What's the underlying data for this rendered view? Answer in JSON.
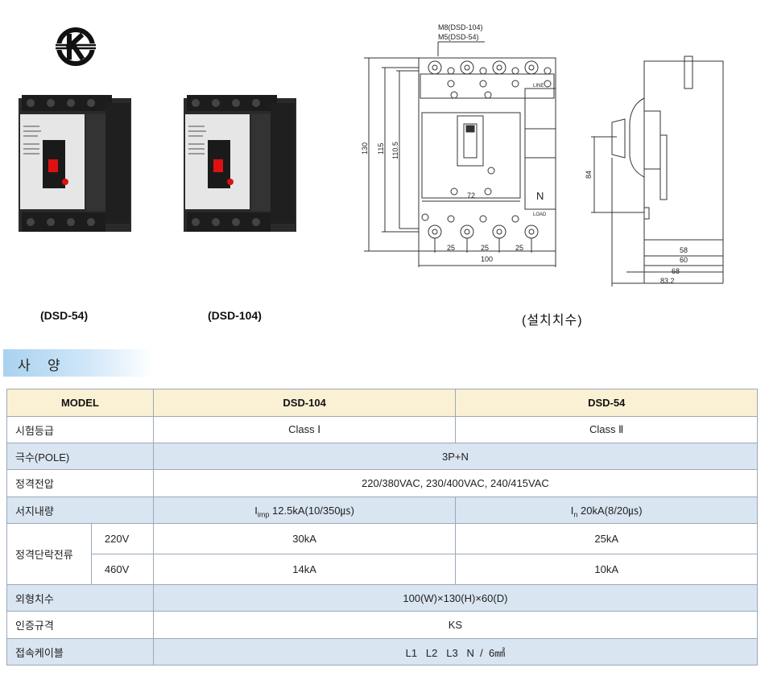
{
  "products": [
    {
      "caption": "(DSD-54)"
    },
    {
      "caption": "(DSD-104)"
    }
  ],
  "drawing": {
    "caption": "(설치치수)",
    "screw_label_1": "M8(DSD-104)",
    "screw_label_2": "M5(DSD-54)",
    "dim_130": "130",
    "dim_115": "115",
    "dim_110_5": "110.5",
    "dim_72": "72",
    "dim_25a": "25",
    "dim_25b": "25",
    "dim_25c": "25",
    "dim_100": "100",
    "line_label": "LINE",
    "load_label": "LOAD",
    "n_label": "N",
    "dim_84": "84",
    "dim_58": "58",
    "dim_60": "60",
    "dim_68": "68",
    "dim_83_2": "83.2"
  },
  "section": {
    "title": "사 양"
  },
  "table": {
    "header": {
      "model": "MODEL",
      "col1": "DSD-104",
      "col2": "DSD-54"
    },
    "rows": {
      "test_class": {
        "label": "시험등급",
        "v1": "Class Ⅰ",
        "v2": "Class Ⅱ"
      },
      "poles": {
        "label": "극수(POLE)",
        "v": "3P+N"
      },
      "rated_voltage": {
        "label": "정격전압",
        "v": "220/380VAC, 230/400VAC, 240/415VAC"
      },
      "surge": {
        "label": "서지내량",
        "v1_pre": "I",
        "v1_sub": "imp",
        "v1_post": " 12.5kA(10/350㎲)",
        "v2_pre": "I",
        "v2_sub": "n",
        "v2_post": " 20kA(8/20㎲)"
      },
      "breaking": {
        "label": "정격단락전류",
        "v220": "220V",
        "v220_1": "30kA",
        "v220_2": "25kA",
        "v460": "460V",
        "v460_1": "14kA",
        "v460_2": "10kA"
      },
      "dimensions": {
        "label": "외형치수",
        "v": "100(W)×130(H)×60(D)"
      },
      "certification": {
        "label": "인증규격",
        "v": "KS"
      },
      "cable": {
        "label": "접속케이블",
        "v": "L1   L2   L3   N  /  6㎟"
      }
    }
  }
}
